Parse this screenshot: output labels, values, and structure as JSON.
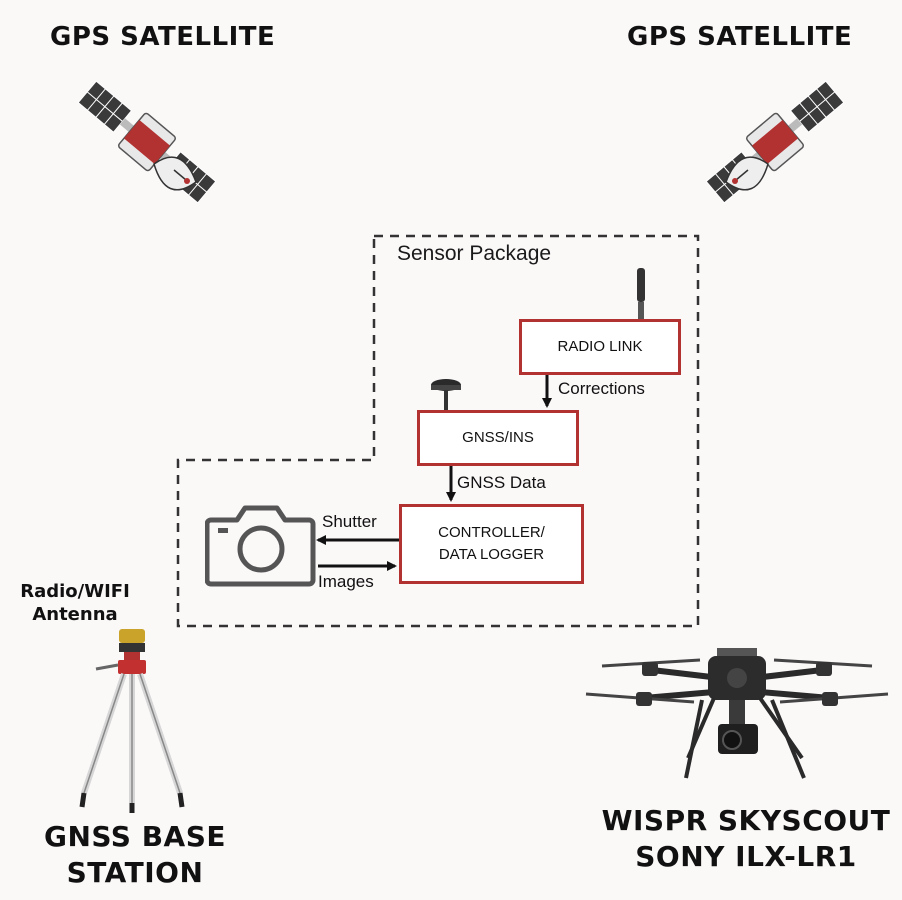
{
  "titles": {
    "sat_left": "GPS SATELLITE",
    "sat_right": "GPS SATELLITE",
    "base_line1": "GNSS BASE",
    "base_line2": "STATION",
    "drone_line1": "WISPR SKYSCOUT",
    "drone_line2": "SONY ILX-LR1"
  },
  "antenna_label": {
    "line1": "Radio/WIFI",
    "line2": "Antenna"
  },
  "sensor_package": {
    "label": "Sensor Package",
    "boxes": {
      "radio": "RADIO LINK",
      "gnss": "GNSS/INS",
      "controller_line1": "CONTROLLER/",
      "controller_line2": "DATA LOGGER"
    },
    "arrows": {
      "corrections": "Corrections",
      "gnss_data": "GNSS Data",
      "shutter": "Shutter",
      "images": "Images"
    }
  },
  "colors": {
    "accent": "#b23131",
    "panel": "#3a3a3a",
    "ink": "#111111"
  },
  "icons": [
    "satellite-icon",
    "camera-icon",
    "antenna-icon",
    "gnss-antenna-icon",
    "tripod-icon",
    "drone-icon"
  ]
}
